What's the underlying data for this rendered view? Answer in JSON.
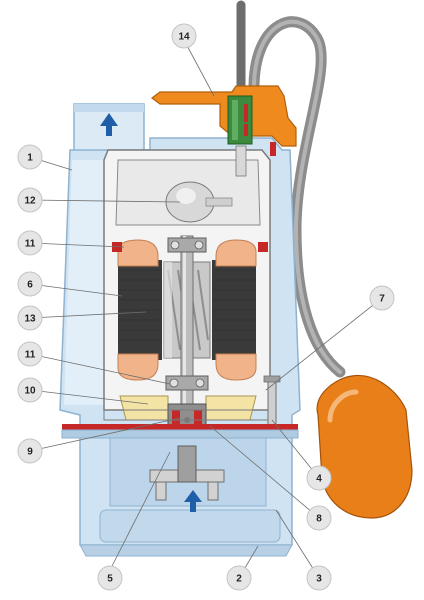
{
  "diagram": {
    "type": "cutaway",
    "colors": {
      "casing": "#cfe3f2",
      "casing_edge": "#8fb3d0",
      "inner": "#f2f2f2",
      "steel": "#d6d6d6",
      "stator": "#3a3a3a",
      "winding": "#f1b48a",
      "orange": "#ef8a1f",
      "float": "#e97f19",
      "seal_yellow": "#f3e3a4",
      "green": "#3b8a3e",
      "cable": "#8c8c8c",
      "accent_red": "#c62828",
      "arrow": "#1f5fa8"
    },
    "callouts": [
      {
        "label": "1"
      },
      {
        "label": "12"
      },
      {
        "label": "11"
      },
      {
        "label": "6"
      },
      {
        "label": "13"
      },
      {
        "label": "11"
      },
      {
        "label": "10"
      },
      {
        "label": "9"
      },
      {
        "label": "5"
      },
      {
        "label": "2"
      },
      {
        "label": "3"
      },
      {
        "label": "8"
      },
      {
        "label": "4"
      },
      {
        "label": "7"
      },
      {
        "label": "14"
      }
    ]
  }
}
